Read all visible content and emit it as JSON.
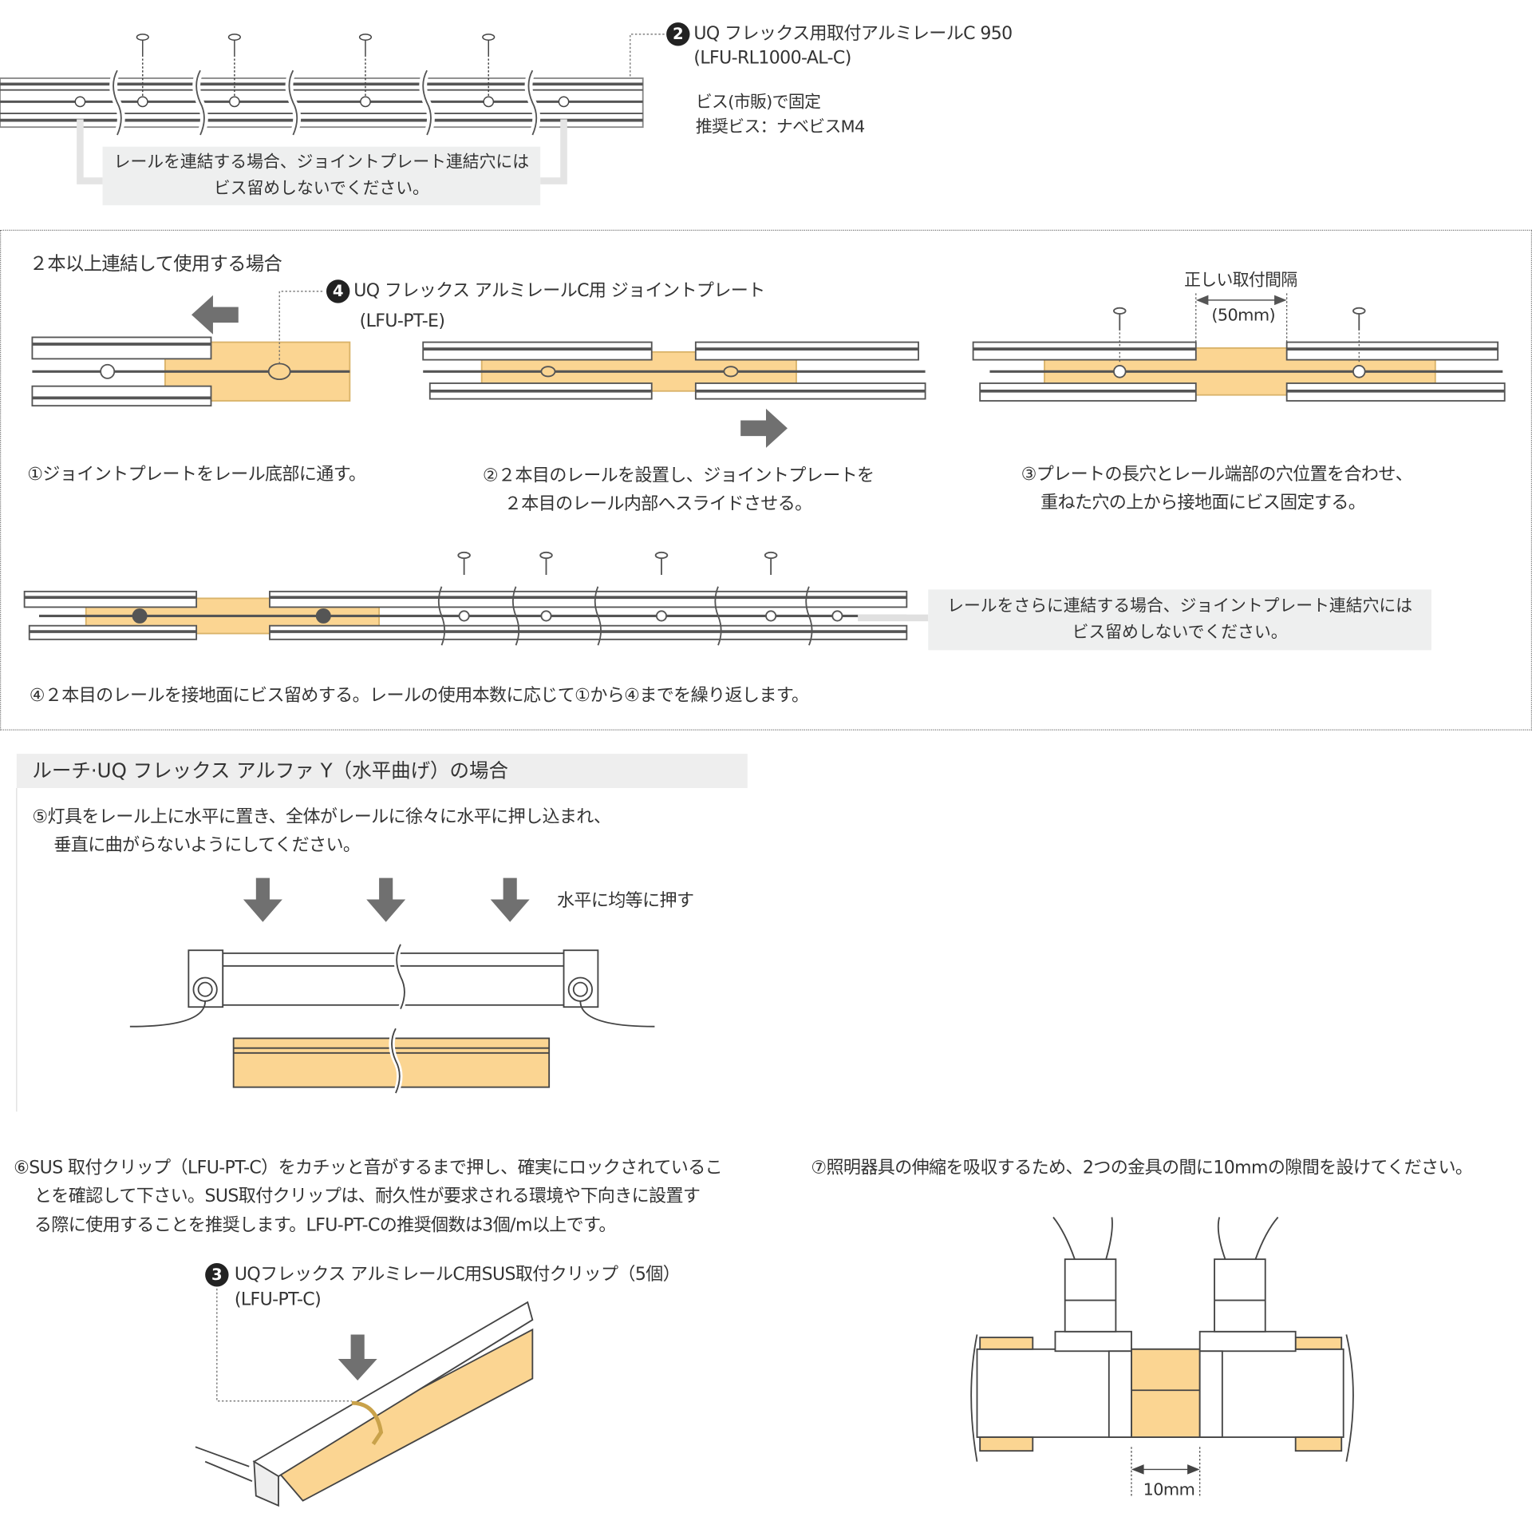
{
  "section1": {
    "part_number": "2",
    "part_name": "UQ フレックス用取付アルミレールC 950",
    "part_code": "(LFU-RL1000-AL-C)",
    "fix_note": "ビス(市販)で固定",
    "screw_note": "推奨ビス：ナベビスM4",
    "warning_line1": "レールを連結する場合、ジョイントプレート連結穴には",
    "warning_line2": "ビス留めしないでください。"
  },
  "section2": {
    "title": "２本以上連結して使用する場合",
    "part_number": "4",
    "part_name": "UQ フレックス アルミレールC用 ジョイントプレート",
    "part_code": "(LFU-PT-E)",
    "spacing_label": "正しい取付間隔",
    "spacing_value": "(50mm)",
    "step1": "①ジョイントプレートをレール底部に通す。",
    "step2_line1": "②２本目のレールを設置し、ジョイントプレートを",
    "step2_line2": "２本目のレール内部へスライドさせる。",
    "step3_line1": "③プレートの長穴とレール端部の穴位置を合わせ、",
    "step3_line2": "重ねた穴の上から接地面にビス固定する。",
    "warning_line1": "レールをさらに連結する場合、ジョイントプレート連結穴には",
    "warning_line2": "ビス留めしないでください。",
    "step4": "④２本目のレールを接地面にビス留めする。レールの使用本数に応じて①から④までを繰り返します。"
  },
  "section3": {
    "title": "ルーチ·UQ フレックス アルファ Y（水平曲げ）の場合",
    "step5_line1": "⑤灯具をレール上に水平に置き、全体がレールに徐々に水平に押し込まれ、",
    "step5_line2": "垂直に曲がらないようにしてください。",
    "push_label": "水平に均等に押す"
  },
  "section4": {
    "step6_line1": "⑥SUS 取付クリップ（LFU-PT-C）をカチッと音がするまで押し、確実にロックされているこ",
    "step6_line2": "とを確認して下さい。SUS取付クリップは、耐久性が要求される環境や下向きに設置す",
    "step6_line3": "る際に使用することを推奨します。LFU-PT-Cの推奨個数は3個/m以上です。",
    "part_number": "3",
    "part_name": "UQフレックス アルミレールC用SUS取付クリップ（5個）",
    "part_code": "(LFU-PT-C)",
    "step7": "⑦照明器具の伸縮を吸収するため、2つの金具の間に10mmの隙間を設けてください。",
    "gap_value": "10mm"
  },
  "colors": {
    "plate": "#fbd592",
    "note_bg": "#eeefef",
    "arrow": "#707070",
    "text": "#333333"
  }
}
